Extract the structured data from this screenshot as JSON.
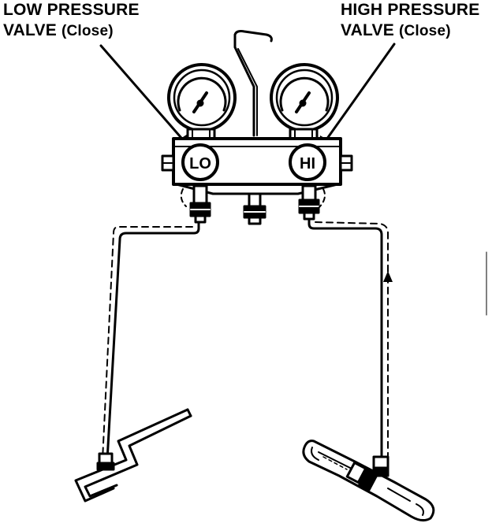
{
  "labels": {
    "low": {
      "line1": "LOW PRESSURE",
      "line2_main": "VALVE",
      "line2_paren": "(Close)"
    },
    "high": {
      "line1": "HIGH PRESSURE",
      "line2_main": "VALVE",
      "line2_paren": "(Close)"
    }
  },
  "knobs": {
    "lo": "LO",
    "hi": "HI"
  },
  "colors": {
    "ink": "#000000",
    "paper": "#ffffff"
  }
}
